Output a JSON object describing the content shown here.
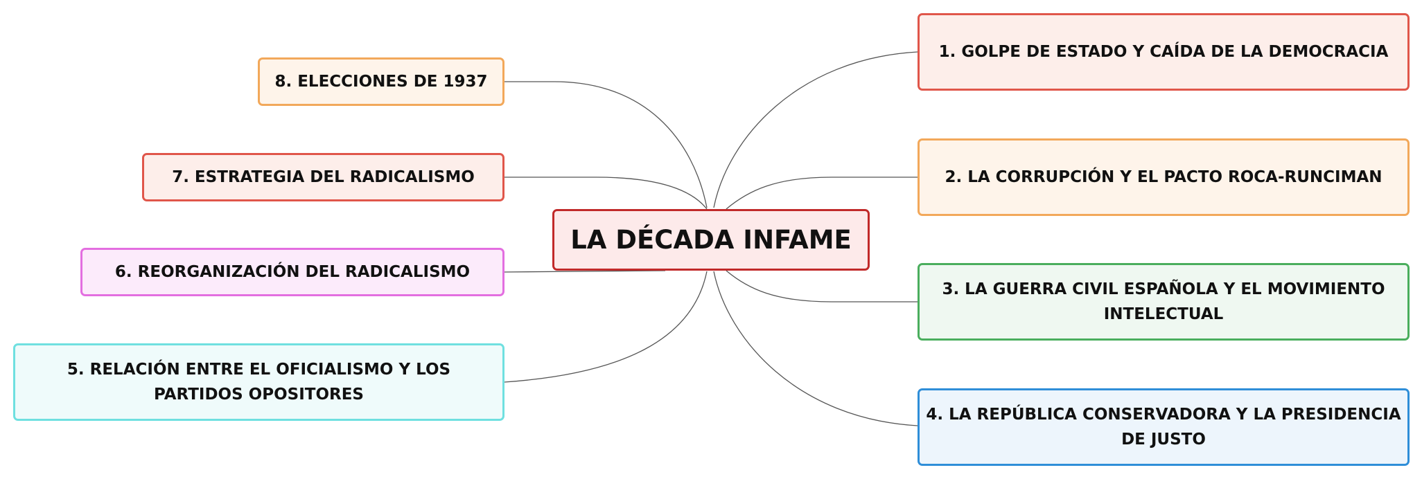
{
  "mindmap": {
    "central": "LA DÉCADA INFAME",
    "branches": [
      {
        "id": "n1",
        "label": "1. GOLPE DE ESTADO Y CAÍDA DE LA DEMOCRACIA"
      },
      {
        "id": "n2",
        "label": "2. LA CORRUPCIÓN Y EL PACTO ROCA-RUNCIMAN"
      },
      {
        "id": "n3",
        "label": "3. LA GUERRA CIVIL ESPAÑOLA Y EL MOVIMIENTO INTELECTUAL"
      },
      {
        "id": "n4",
        "label": "4. LA REPÚBLICA CONSERVADORA Y LA PRESIDENCIA DE JUSTO"
      },
      {
        "id": "n5",
        "label": "5. RELACIÓN ENTRE EL OFICIALISMO Y LOS PARTIDOS OPOSITORES"
      },
      {
        "id": "n6",
        "label": "6. REORGANIZACIÓN DEL RADICALISMO"
      },
      {
        "id": "n7",
        "label": "7. ESTRATEGIA DEL RADICALISMO"
      },
      {
        "id": "n8",
        "label": "8. ELECCIONES DE 1937"
      }
    ]
  }
}
